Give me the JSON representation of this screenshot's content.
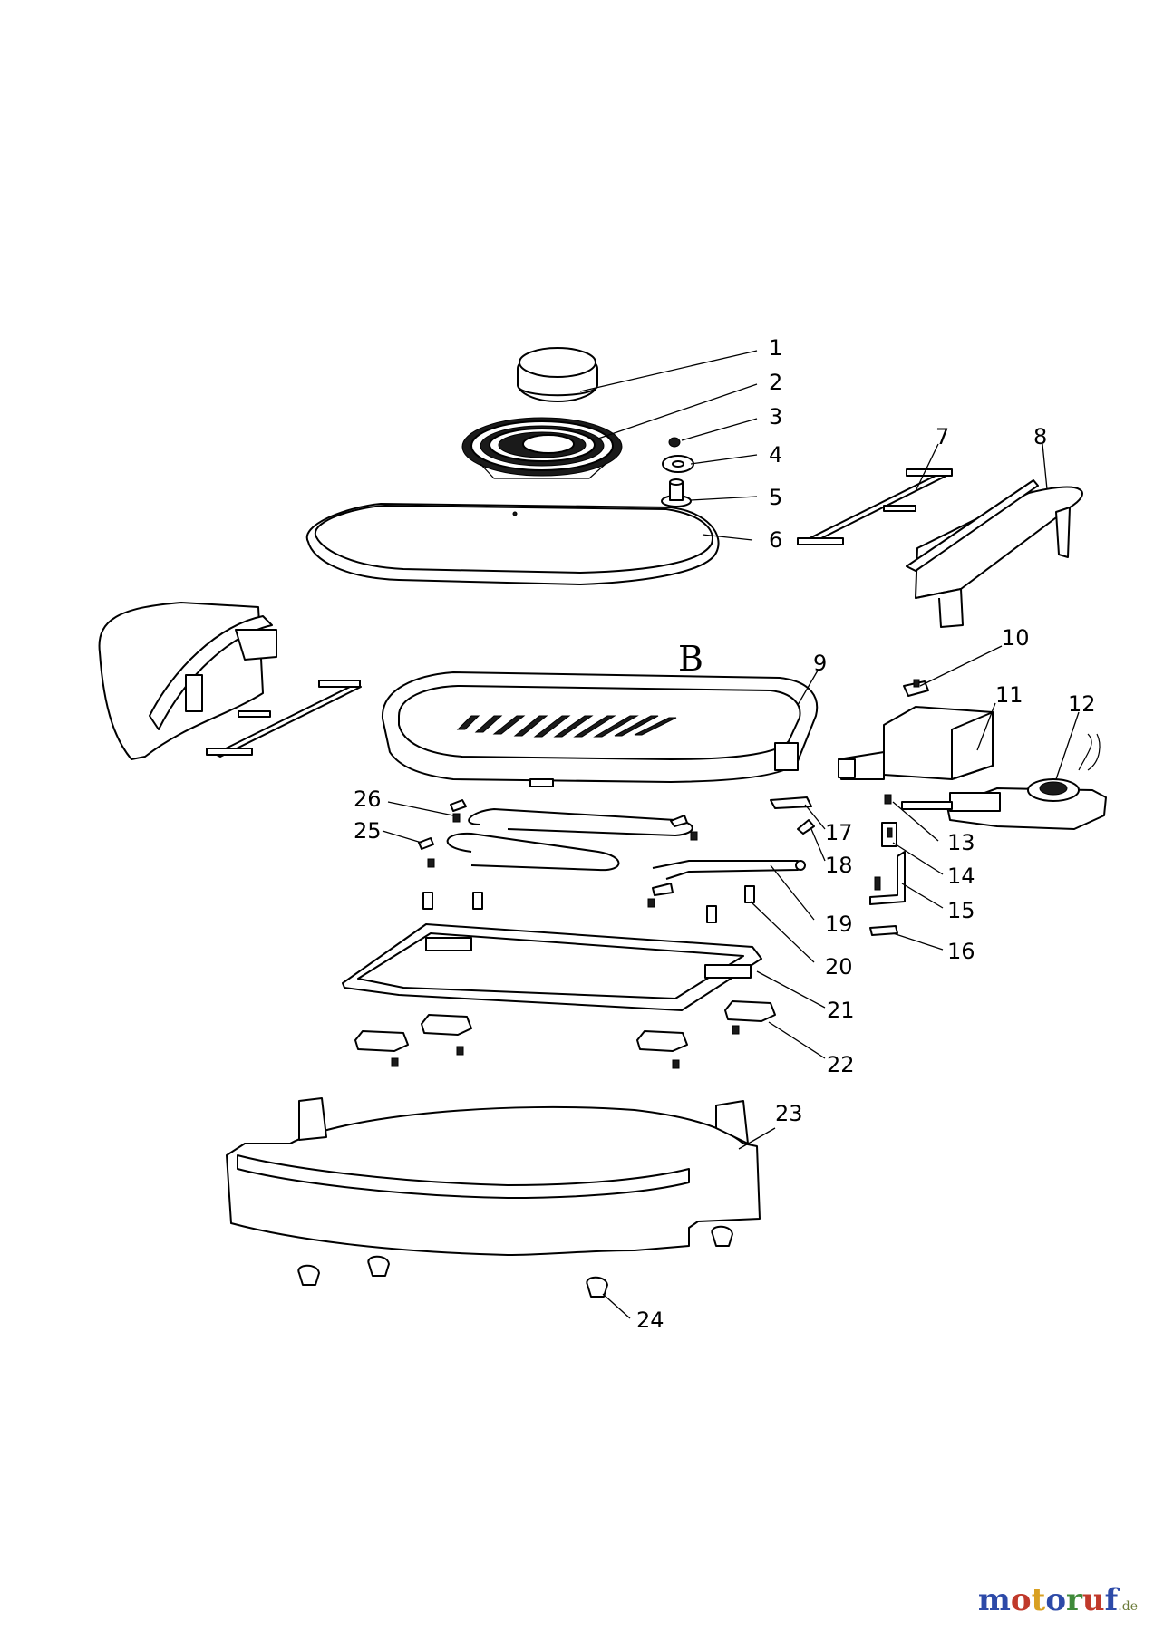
{
  "diagram": {
    "assembly_label": "B",
    "callouts": [
      "1",
      "2",
      "3",
      "4",
      "5",
      "6",
      "7",
      "8",
      "9",
      "10",
      "11",
      "12",
      "13",
      "14",
      "15",
      "16",
      "17",
      "18",
      "19",
      "20",
      "21",
      "22",
      "23",
      "24",
      "25",
      "26"
    ]
  },
  "watermark": {
    "brand_letters": [
      "m",
      "o",
      "t",
      "o",
      "r",
      "u",
      "f"
    ],
    "brand_colors": [
      "#2d4aa8",
      "#c0392b",
      "#d9a021",
      "#2d4aa8",
      "#3f8a3a",
      "#c0392b",
      "#2d4aa8"
    ],
    "suffix": ".de"
  }
}
